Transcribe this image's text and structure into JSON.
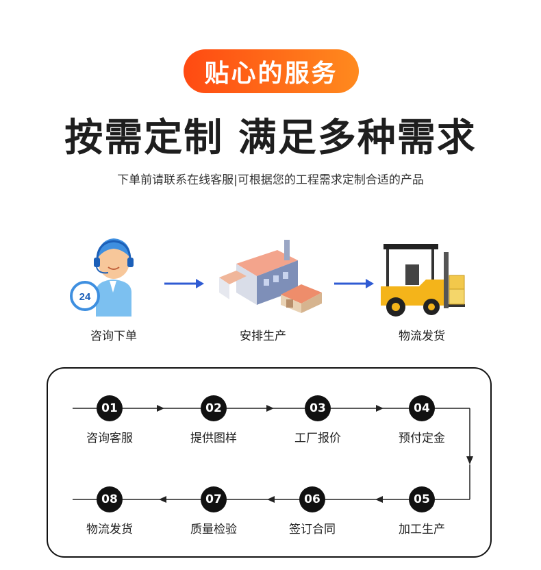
{
  "badge": {
    "text": "贴心的服务"
  },
  "headline": "按需定制 满足多种需求",
  "subline": "下单前请联系在线客服|可根据您的工程需求定制合适的产品",
  "steps": [
    {
      "label": "咨询下单",
      "icon": "customer-service-agent-icon"
    },
    {
      "label": "安排生产",
      "icon": "factory-icon"
    },
    {
      "label": "物流发货",
      "icon": "forklift-icon"
    }
  ],
  "agent_badge_text": "24",
  "flow": [
    {
      "num": "01",
      "label": "咨询客服"
    },
    {
      "num": "02",
      "label": "提供图样"
    },
    {
      "num": "03",
      "label": "工厂报价"
    },
    {
      "num": "04",
      "label": "预付定金"
    },
    {
      "num": "05",
      "label": "加工生产"
    },
    {
      "num": "06",
      "label": "签订合同"
    },
    {
      "num": "07",
      "label": "质量检验"
    },
    {
      "num": "08",
      "label": "物流发货"
    }
  ],
  "colors": {
    "badge_start": "#ff4a12",
    "badge_end": "#ff8a1e",
    "arrow_blue": "#2f5bd3",
    "flow_dark": "#111111"
  }
}
